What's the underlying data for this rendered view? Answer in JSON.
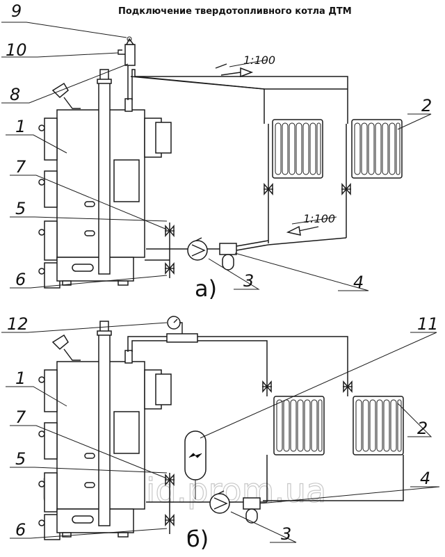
{
  "title": "Подключение твердотопливного котла ДТМ",
  "watermark": "teplogid.prom.ua",
  "variant_a": {
    "caption": "а)",
    "slope_supply": "1:100",
    "slope_return": "1:100",
    "labels": {
      "n9": "9",
      "n10": "10",
      "n8": "8",
      "n1": "1",
      "n7": "7",
      "n5": "5",
      "n6": "6",
      "n3": "3",
      "n4": "4",
      "n2": "2"
    }
  },
  "variant_b": {
    "caption": "б)",
    "labels": {
      "n12": "12",
      "n11": "11",
      "n1": "1",
      "n2": "2",
      "n7": "7",
      "n5": "5",
      "n6": "6",
      "n3": "3",
      "n4": "4"
    }
  },
  "colors": {
    "line": "#1a1a1a",
    "background": "#ffffff",
    "watermark": "#c8c8c8"
  }
}
